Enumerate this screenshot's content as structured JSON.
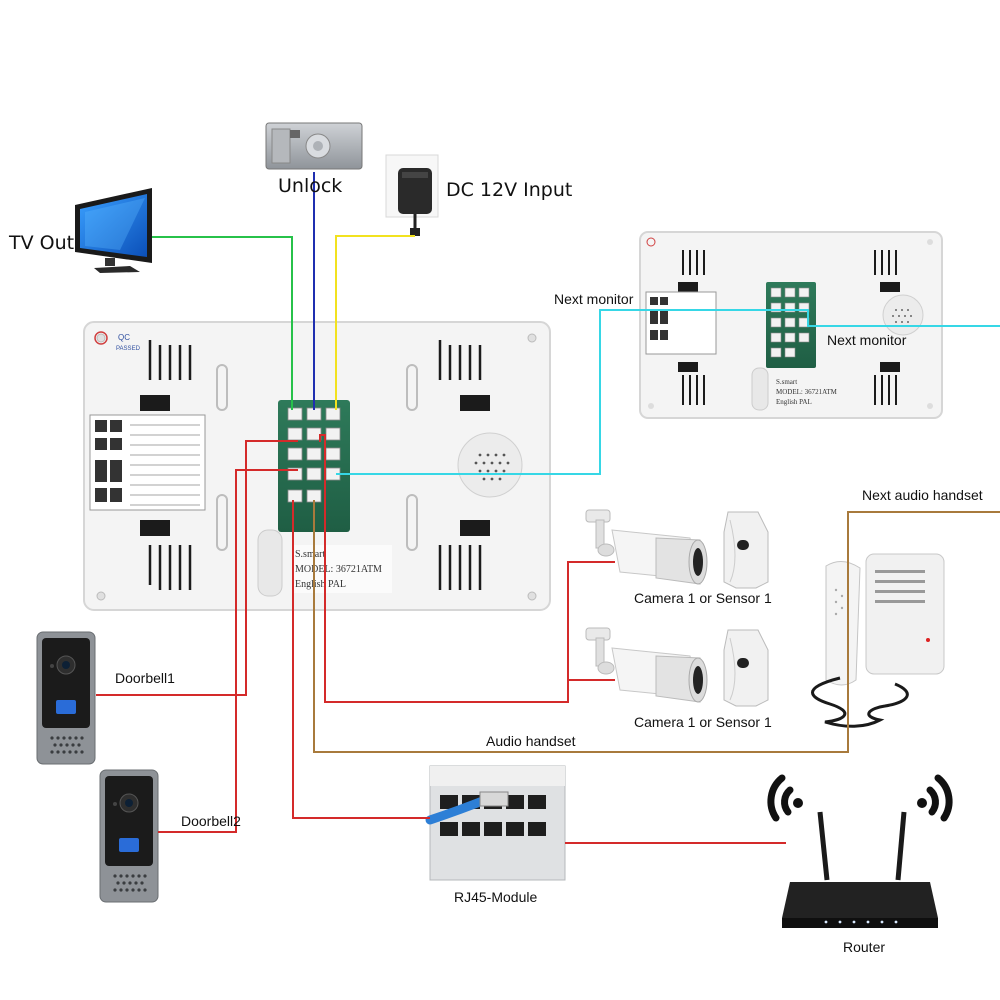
{
  "labels": {
    "unlock": "Unlock",
    "dc_input": "DC 12V Input",
    "tv_out": "TV Out",
    "next_monitor_left": "Next monitor",
    "next_monitor_right": "Next monitor",
    "next_audio_handset": "Next audio handset",
    "camera_sensor_1": "Camera 1 or Sensor 1",
    "camera_sensor_2": "Camera 1 or Sensor 1",
    "audio_handset": "Audio handset",
    "doorbell1": "Doorbell1",
    "doorbell2": "Doorbell2",
    "rj45_module": "RJ45-Module",
    "router": "Router"
  },
  "monitor_main": {
    "brand": "S.smart",
    "model": "MODEL: 36721ATM",
    "lang": "English PAL",
    "qc": "QC",
    "passed": "PASSED"
  },
  "monitor_second": {
    "brand": "S.smart",
    "model": "MODEL: 36721ATM",
    "lang": "English PAL"
  },
  "wire_colors": {
    "tv": "#27c24a",
    "unlock": "#1f2fb0",
    "power": "#f2e21f",
    "monitor": "#36d7e6",
    "audio": "#a87a3c",
    "signal": "#d42a2a"
  }
}
